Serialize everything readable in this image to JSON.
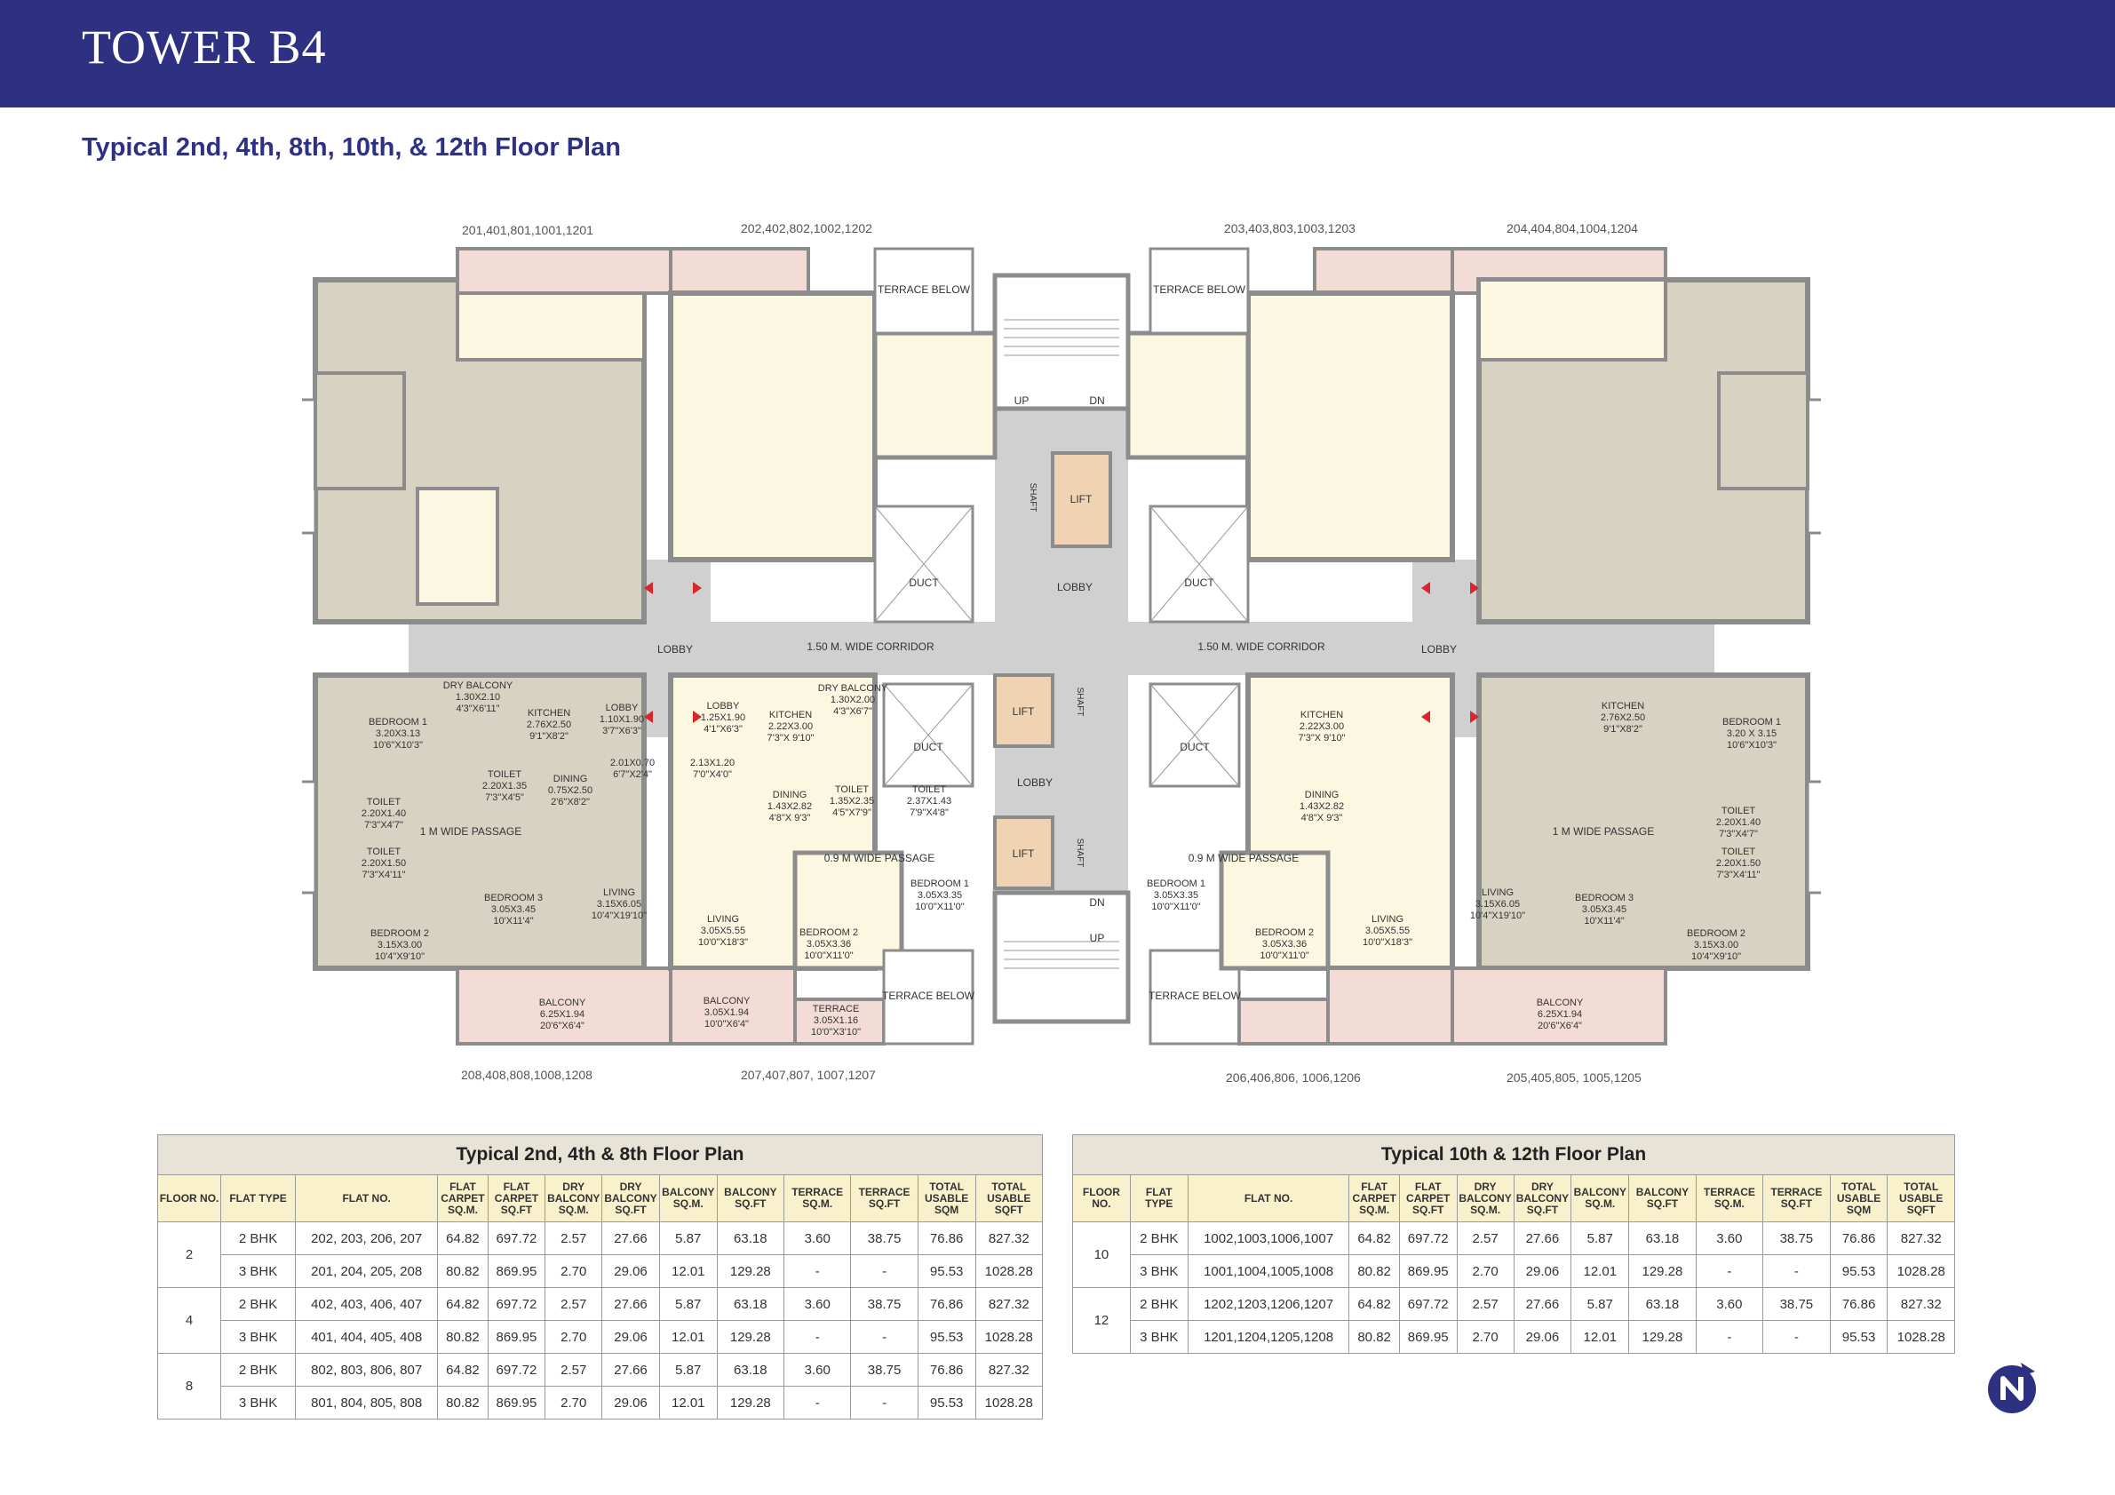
{
  "header": {
    "title": "TOWER B4"
  },
  "subtitle": "Typical 2nd, 4th, 8th, 10th, & 12th Floor Plan",
  "plan": {
    "unit_numbers": {
      "top_1": "201,401,801,1001,1201",
      "top_2": "202,402,802,1002,1202",
      "top_3": "203,403,803,1003,1203",
      "top_4": "204,404,804,1004,1204",
      "bottom_1": "208,408,808,1008,1208",
      "bottom_2": "207,407,807, 1007,1207",
      "bottom_3": "206,406,806, 1006,1206",
      "bottom_4": "205,405,805, 1005,1205"
    },
    "labels": {
      "terrace_below": "TERRACE BELOW",
      "up": "UP",
      "dn": "DN",
      "lift": "LIFT",
      "shaft": "SHAFT",
      "lobby": "LOBBY",
      "duct": "DUCT",
      "corridor": "1.50 M. WIDE CORRIDOR",
      "passage_1m": "1 M WIDE PASSAGE",
      "passage_09m": "0.9 M WIDE PASSAGE"
    },
    "rooms_left": [
      {
        "name": "BEDROOM 1",
        "dim": "3.20X3.13",
        "ft": "10'6\"X10'3\""
      },
      {
        "name": "DRY BALCONY",
        "dim": "1.30X2.10",
        "ft": "4'3\"X6'11\""
      },
      {
        "name": "KITCHEN",
        "dim": "2.76X2.50",
        "ft": "9'1\"X8'2\""
      },
      {
        "name": "LOBBY",
        "dim": "1.10X1.90",
        "ft": "3'7\"X6'3\""
      },
      {
        "name": "TOILET",
        "dim": "2.20X1.35",
        "ft": "7'3\"X4'5\""
      },
      {
        "name": "DINING",
        "dim": "0.75X2.50",
        "ft": "2'6\"X8'2\""
      },
      {
        "name": "",
        "dim": "2.01X0.70",
        "ft": "6'7\"X2'4\""
      },
      {
        "name": "TOILET",
        "dim": "2.20X1.40",
        "ft": "7'3\"X4'7\""
      },
      {
        "name": "TOILET",
        "dim": "2.20X1.50",
        "ft": "7'3\"X4'11\""
      },
      {
        "name": "BEDROOM 3",
        "dim": "3.05X3.45",
        "ft": "10'X11'4\""
      },
      {
        "name": "LIVING",
        "dim": "3.15X6.05",
        "ft": "10'4\"X19'10\""
      },
      {
        "name": "BEDROOM 2",
        "dim": "3.15X3.00",
        "ft": "10'4\"X9'10\""
      },
      {
        "name": "BALCONY",
        "dim": "6.25X1.94",
        "ft": "20'6\"X6'4\""
      }
    ],
    "rooms_center_left": [
      {
        "name": "LOBBY",
        "dim": "1.25X1.90",
        "ft": "4'1\"X6'3\""
      },
      {
        "name": "KITCHEN",
        "dim": "2.22X3.00",
        "ft": "7'3\"X 9'10\""
      },
      {
        "name": "DRY BALCONY",
        "dim": "1.30X2.00",
        "ft": "4'3\"X6'7\""
      },
      {
        "name": "",
        "dim": "2.13X1.20",
        "ft": "7'0\"X4'0\""
      },
      {
        "name": "DINING",
        "dim": "1.43X2.82",
        "ft": "4'8\"X 9'3\""
      },
      {
        "name": "TOILET",
        "dim": "1.35X2.35",
        "ft": "4'5\"X7'9\""
      },
      {
        "name": "TOILET",
        "dim": "2.37X1.43",
        "ft": "7'9\"X4'8\""
      },
      {
        "name": "BEDROOM 1",
        "dim": "3.05X3.35",
        "ft": "10'0\"X11'0\""
      },
      {
        "name": "LIVING",
        "dim": "3.05X5.55",
        "ft": "10'0\"X18'3\""
      },
      {
        "name": "BEDROOM 2",
        "dim": "3.05X3.36",
        "ft": "10'0\"X11'0\""
      },
      {
        "name": "BALCONY",
        "dim": "3.05X1.94",
        "ft": "10'0\"X6'4\""
      },
      {
        "name": "TERRACE",
        "dim": "3.05X1.16",
        "ft": "10'0\"X3'10\""
      }
    ],
    "rooms_right": [
      {
        "name": "BEDROOM 1",
        "dim": "3.20 X 3.15",
        "ft": "10'6\"X10'3\""
      },
      {
        "name": "TOILET",
        "dim": "2.20X1.40",
        "ft": "7'3\"X4'7\""
      },
      {
        "name": "TOILET",
        "dim": "2.20X1.50",
        "ft": "7'3\"X4'11\""
      }
    ]
  },
  "table1": {
    "caption": "Typical 2nd, 4th & 8th Floor Plan",
    "headers": [
      "FLOOR NO.",
      "FLAT TYPE",
      "FLAT NO.",
      "FLAT CARPET SQ.M.",
      "FLAT CARPET SQ.FT",
      "DRY BALCONY SQ.M.",
      "DRY BALCONY SQ.FT",
      "BALCONY SQ.M.",
      "BALCONY SQ.FT",
      "TERRACE SQ.M.",
      "TERRACE SQ.FT",
      "TOTAL USABLE SQM",
      "TOTAL USABLE SQFT"
    ],
    "floors": [
      "2",
      "4",
      "8"
    ],
    "rows": [
      [
        "2 BHK",
        "202, 203, 206, 207",
        "64.82",
        "697.72",
        "2.57",
        "27.66",
        "5.87",
        "63.18",
        "3.60",
        "38.75",
        "76.86",
        "827.32"
      ],
      [
        "3 BHK",
        "201, 204, 205, 208",
        "80.82",
        "869.95",
        "2.70",
        "29.06",
        "12.01",
        "129.28",
        "-",
        "-",
        "95.53",
        "1028.28"
      ],
      [
        "2 BHK",
        "402, 403, 406, 407",
        "64.82",
        "697.72",
        "2.57",
        "27.66",
        "5.87",
        "63.18",
        "3.60",
        "38.75",
        "76.86",
        "827.32"
      ],
      [
        "3 BHK",
        "401, 404, 405, 408",
        "80.82",
        "869.95",
        "2.70",
        "29.06",
        "12.01",
        "129.28",
        "-",
        "-",
        "95.53",
        "1028.28"
      ],
      [
        "2 BHK",
        "802, 803, 806, 807",
        "64.82",
        "697.72",
        "2.57",
        "27.66",
        "5.87",
        "63.18",
        "3.60",
        "38.75",
        "76.86",
        "827.32"
      ],
      [
        "3 BHK",
        "801, 804, 805, 808",
        "80.82",
        "869.95",
        "2.70",
        "29.06",
        "12.01",
        "129.28",
        "-",
        "-",
        "95.53",
        "1028.28"
      ]
    ]
  },
  "table2": {
    "caption": "Typical 10th & 12th Floor Plan",
    "headers": [
      "FLOOR NO.",
      "FLAT TYPE",
      "FLAT NO.",
      "FLAT CARPET SQ.M.",
      "FLAT CARPET SQ.FT",
      "DRY BALCONY SQ.M.",
      "DRY BALCONY SQ.FT",
      "BALCONY SQ.M.",
      "BALCONY SQ.FT",
      "TERRACE SQ.M.",
      "TERRACE SQ.FT",
      "TOTAL USABLE SQM",
      "TOTAL USABLE SQFT"
    ],
    "floors": [
      "10",
      "12"
    ],
    "rows": [
      [
        "2 BHK",
        "1002,1003,1006,1007",
        "64.82",
        "697.72",
        "2.57",
        "27.66",
        "5.87",
        "63.18",
        "3.60",
        "38.75",
        "76.86",
        "827.32"
      ],
      [
        "3 BHK",
        "1001,1004,1005,1008",
        "80.82",
        "869.95",
        "2.70",
        "29.06",
        "12.01",
        "129.28",
        "-",
        "-",
        "95.53",
        "1028.28"
      ],
      [
        "2 BHK",
        "1202,1203,1206,1207",
        "64.82",
        "697.72",
        "2.57",
        "27.66",
        "5.87",
        "63.18",
        "3.60",
        "38.75",
        "76.86",
        "827.32"
      ],
      [
        "3 BHK",
        "1201,1204,1205,1208",
        "80.82",
        "869.95",
        "2.70",
        "29.06",
        "12.01",
        "129.28",
        "-",
        "-",
        "95.53",
        "1028.28"
      ]
    ]
  },
  "colors": {
    "header_bg": "#2e3182",
    "table_caption_bg": "#e7e3d6",
    "table_header_bg": "#f9f1cc",
    "corridor": "#d0d0d0",
    "room_taupe": "#d7d2c2",
    "room_cream": "#fbf7e0",
    "balcony_pink": "#f3dcd6",
    "lift_tan": "#efd3b3",
    "wall": "#8c8c8c"
  },
  "logo": {
    "icon": "brand-n-logo-icon"
  }
}
